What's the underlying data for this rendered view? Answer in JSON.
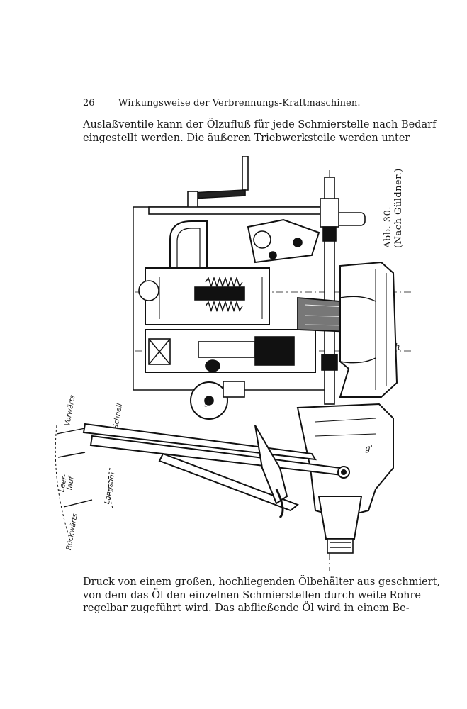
{
  "page": {
    "number": "26",
    "running_head": "Wirkungsweise der Verbrennungs-Kraftmaschinen."
  },
  "top_paragraph": [
    "Auslaßventile kann der Ölzufluß für jede Schmierstelle nach Bedarf",
    "eingestellt werden. Die äußeren Triebwerksteile werden unter"
  ],
  "figure": {
    "caption_line1": "Abb. 30.",
    "caption_line2": "(Nach Güldner.)",
    "labels": {
      "vorwarts": "Vorwärts",
      "schnell": "Schnell",
      "leerlauf_1": "Leer-",
      "leerlauf_2": "lauf",
      "langsam": "Langsam",
      "ruckwarts": "Rückwärts",
      "g": "g",
      "g_prime": "g'",
      "h": "h"
    }
  },
  "bottom_paragraph": [
    "Druck von einem großen, hochliegenden Ölbehälter aus geschmiert,",
    "von dem das Öl den einzelnen Schmierstellen durch weite Rohre",
    "regelbar zugeführt wird. Das abfließende Öl wird in einem Be-"
  ]
}
